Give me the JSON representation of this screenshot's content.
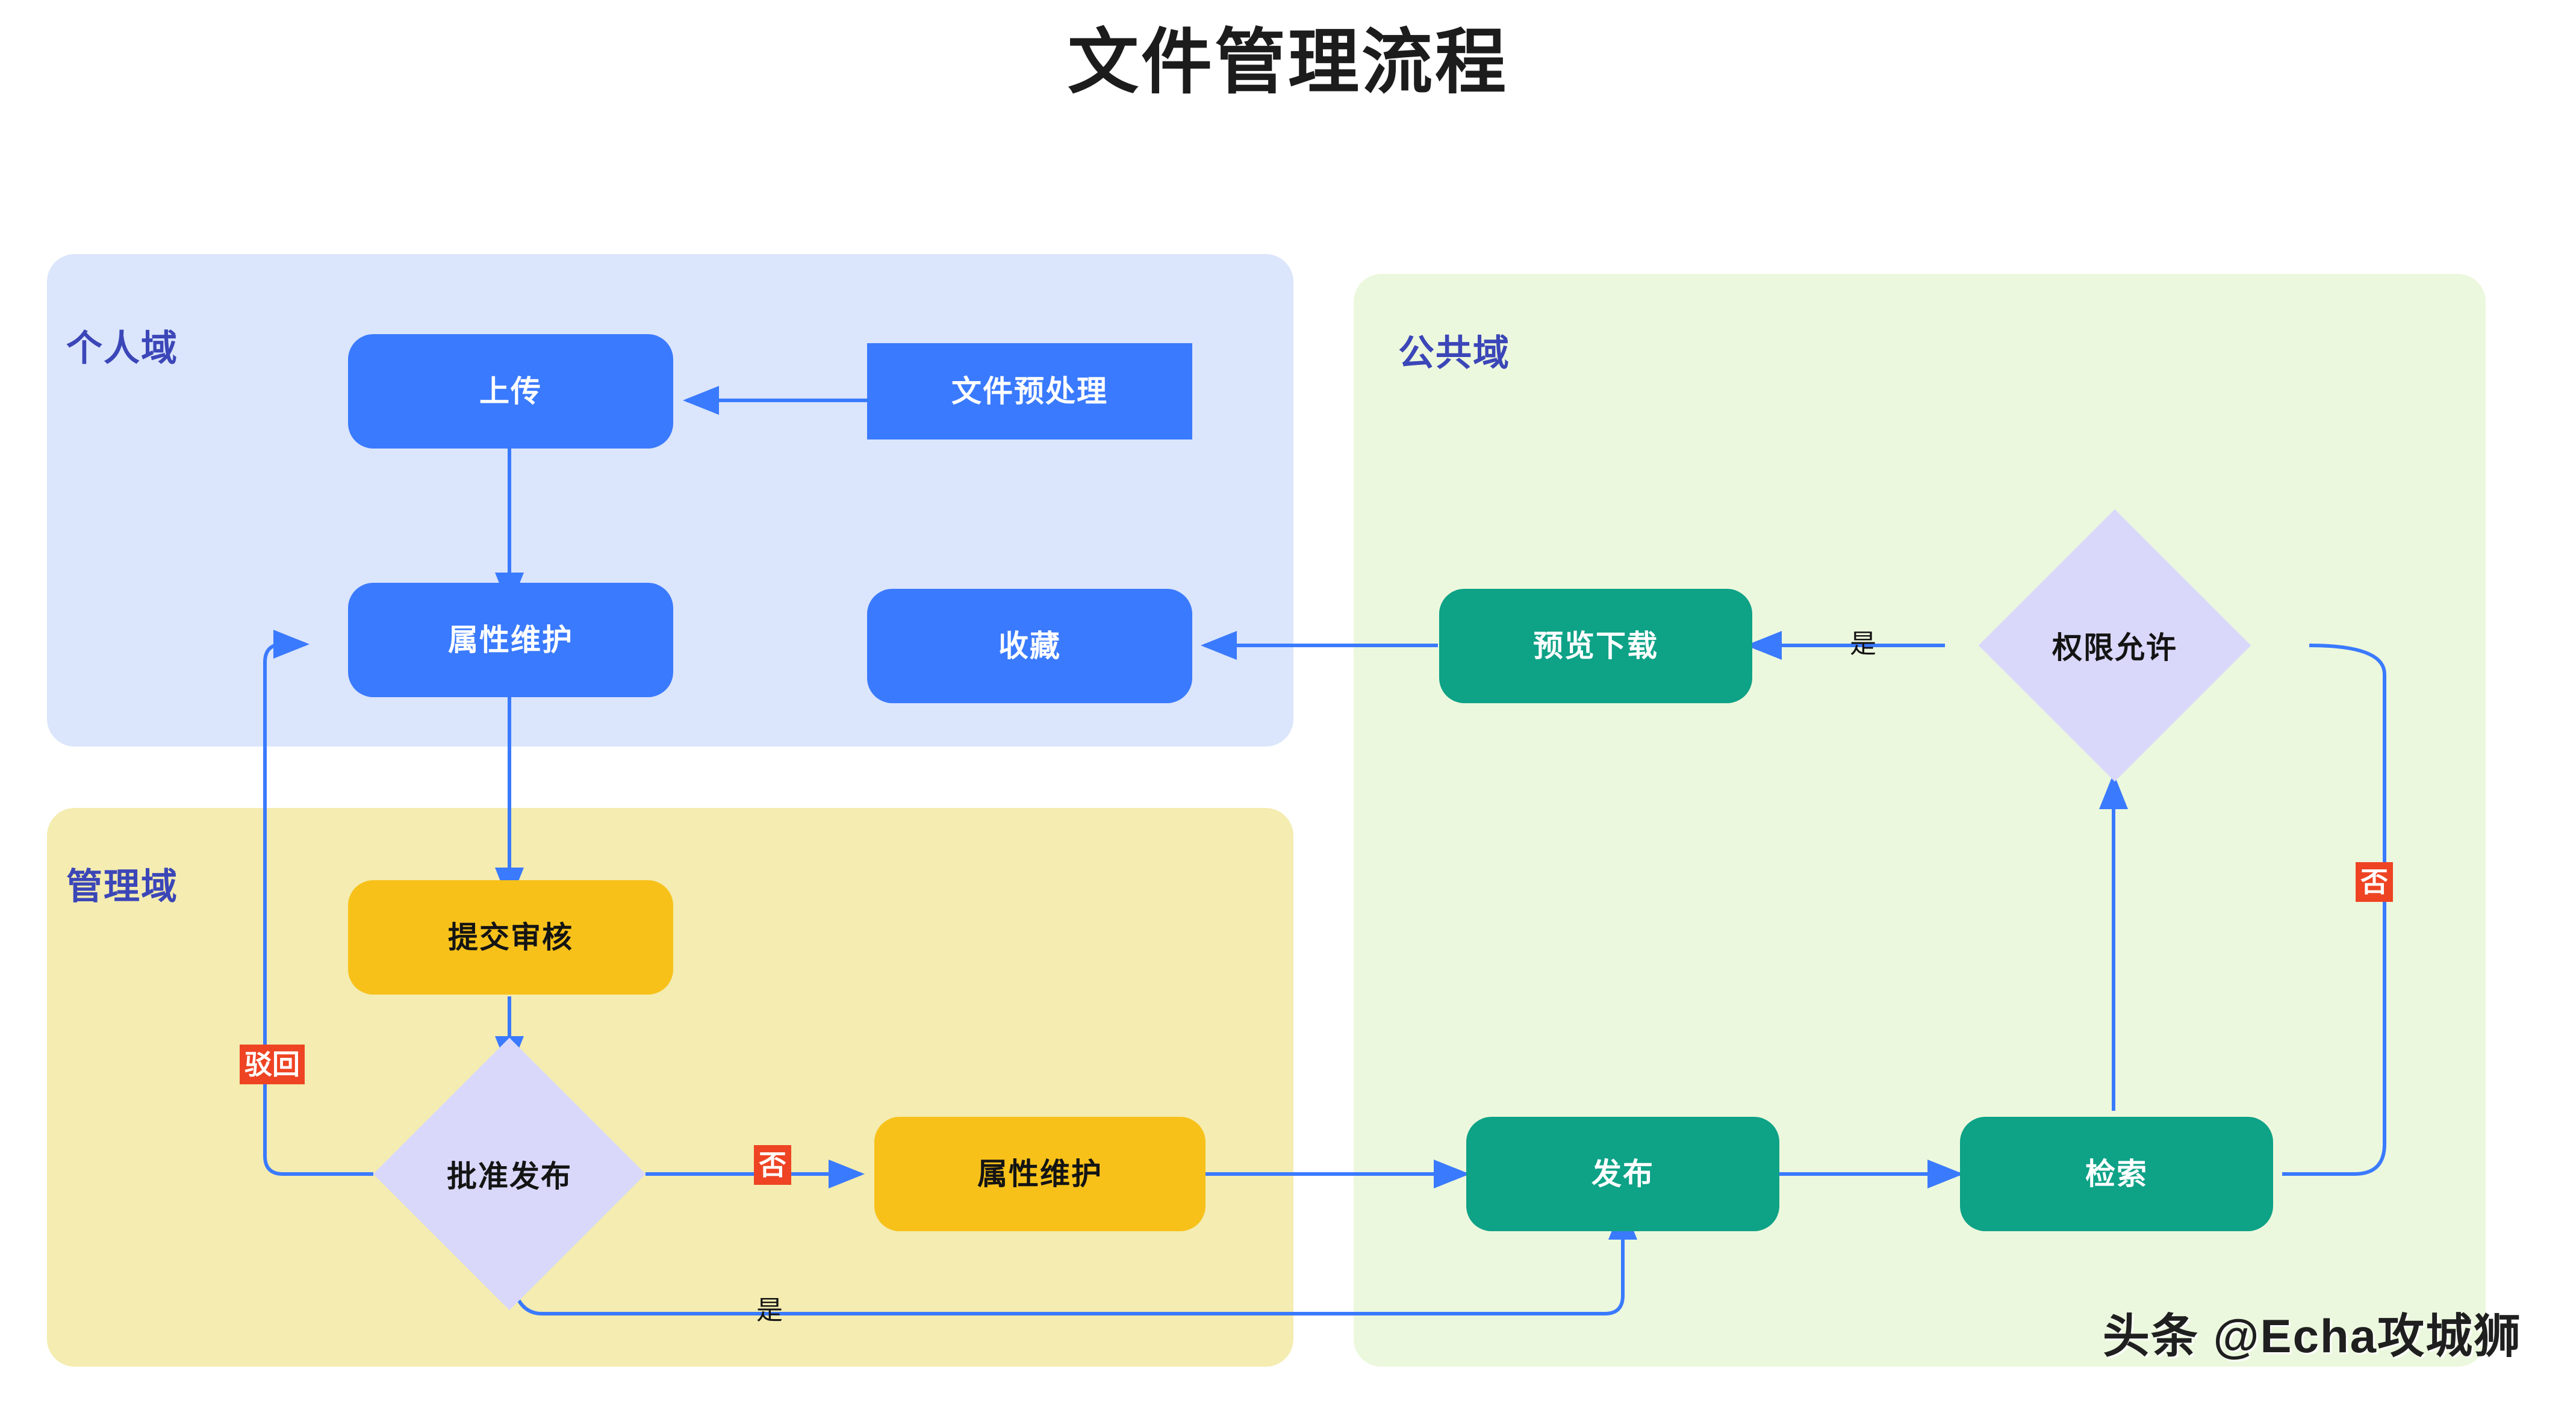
{
  "page": {
    "title": "文件管理流程",
    "watermark": "头条 @Echa攻城狮",
    "colors": {
      "blue_node": "#3a7afe",
      "yellow_node": "#f7c11a",
      "teal_node": "#0ea287",
      "diamond": "#d9d8fb",
      "badge_red": "#ee4423",
      "panel_personal": "#dbe5fb",
      "panel_manage": "#f4ecb0",
      "panel_public": "#ecf8dd",
      "panel_label": "#3b46b8",
      "wire": "#3a7afe"
    }
  },
  "lanes": [
    {
      "id": "personal",
      "label": "个人域"
    },
    {
      "id": "manage",
      "label": "管理域"
    },
    {
      "id": "public",
      "label": "公共域"
    }
  ],
  "nodes": [
    {
      "id": "upload",
      "label": "上传",
      "lane": "personal",
      "shape": "rounded-rect",
      "color": "blue"
    },
    {
      "id": "preprocess",
      "label": "文件预处理",
      "lane": "personal",
      "shape": "rect",
      "color": "blue"
    },
    {
      "id": "attr-personal",
      "label": "属性维护",
      "lane": "personal",
      "shape": "rounded-rect",
      "color": "blue"
    },
    {
      "id": "favorite",
      "label": "收藏",
      "lane": "personal",
      "shape": "rounded-rect",
      "color": "blue"
    },
    {
      "id": "submit-review",
      "label": "提交审核",
      "lane": "manage",
      "shape": "rounded-rect",
      "color": "yellow"
    },
    {
      "id": "approve",
      "label": "批准发布",
      "lane": "manage",
      "shape": "diamond",
      "color": "lavender"
    },
    {
      "id": "attr-manage",
      "label": "属性维护",
      "lane": "manage",
      "shape": "rounded-rect",
      "color": "yellow"
    },
    {
      "id": "preview-dl",
      "label": "预览下载",
      "lane": "public",
      "shape": "rounded-rect",
      "color": "teal"
    },
    {
      "id": "permission",
      "label": "权限允许",
      "lane": "public",
      "shape": "diamond",
      "color": "lavender"
    },
    {
      "id": "publish",
      "label": "发布",
      "lane": "public",
      "shape": "rounded-rect",
      "color": "teal"
    },
    {
      "id": "search",
      "label": "检索",
      "lane": "public",
      "shape": "rounded-rect",
      "color": "teal"
    }
  ],
  "edges": [
    {
      "from": "preprocess",
      "to": "upload",
      "label": ""
    },
    {
      "from": "upload",
      "to": "attr-personal",
      "label": ""
    },
    {
      "from": "attr-personal",
      "to": "submit-review",
      "label": ""
    },
    {
      "from": "submit-review",
      "to": "approve",
      "label": ""
    },
    {
      "from": "approve",
      "to": "attr-personal",
      "label": "驳回",
      "style": "badge"
    },
    {
      "from": "approve",
      "to": "attr-manage",
      "label": "否",
      "style": "badge"
    },
    {
      "from": "approve",
      "to": "publish",
      "label": "是",
      "style": "plain"
    },
    {
      "from": "attr-manage",
      "to": "publish",
      "label": ""
    },
    {
      "from": "publish",
      "to": "search",
      "label": ""
    },
    {
      "from": "search",
      "to": "permission",
      "label": ""
    },
    {
      "from": "permission",
      "to": "preview-dl",
      "label": "是",
      "style": "plain"
    },
    {
      "from": "permission",
      "to": "search",
      "label": "否",
      "style": "badge"
    },
    {
      "from": "preview-dl",
      "to": "favorite",
      "label": ""
    }
  ],
  "edge_labels": {
    "reject": "驳回",
    "no_manage": "否",
    "yes_bottom": "是",
    "yes_permission": "是",
    "no_permission": "否"
  }
}
